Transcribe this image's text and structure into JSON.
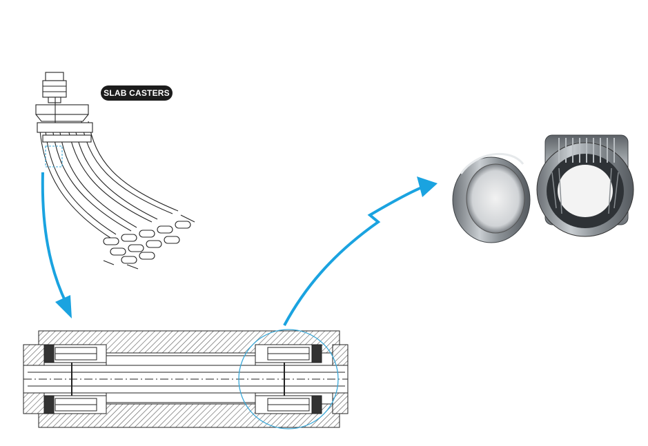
{
  "diagram": {
    "caster_label": "SLAB CASTERS",
    "colors": {
      "arrow": "#1aa3e0",
      "line": "#222222",
      "hatch": "#555555",
      "magnifier_circle": "#3aa8d8",
      "bearing_metal": "#9aa0a6",
      "label_bg": "#1c1c1c"
    },
    "parts": [
      "slab-caster-machine",
      "roller-cross-section",
      "needle-bearing-photo"
    ]
  }
}
